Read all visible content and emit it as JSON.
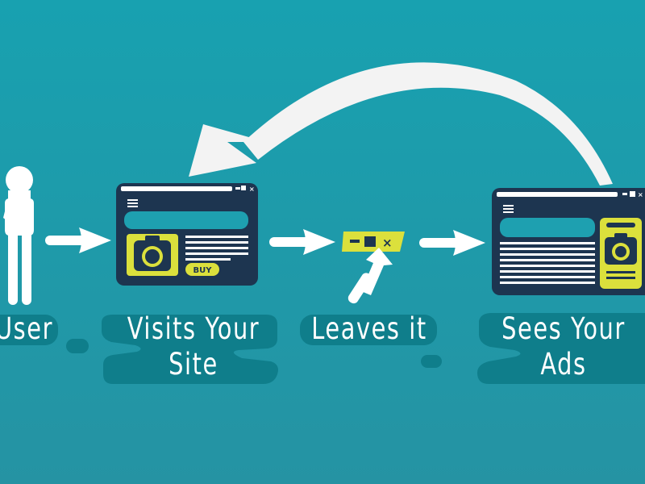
{
  "colors": {
    "background": "#1d97a6",
    "background_bottom": "#2b9aa9",
    "label_pad": "#0f7e8b",
    "window_dark": "#1d3550",
    "accent_yellow": "#dbe03c",
    "arrow_white": "#f3f3f3",
    "bar_teal": "#1ea0b0"
  },
  "icons": [
    "user-figure-icon",
    "browser-window-icon",
    "camera-icon",
    "window-close-button-icon",
    "cursor-arrow-icon",
    "return-arrow-icon"
  ],
  "labels": {
    "user": "User",
    "visits_line1": "Visits Your",
    "visits_line2": "Site",
    "leaves": "Leaves it",
    "sees_line1": "Sees Your",
    "sees_line2": "Ads"
  },
  "site_window": {
    "buy_button": "BUY"
  }
}
